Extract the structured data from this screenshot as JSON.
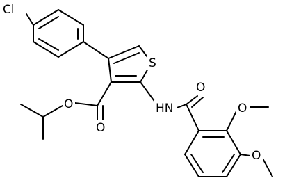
{
  "molecule": {
    "atoms": {
      "chlorine": "Cl",
      "sulfur": "S",
      "amide_nh": "HN",
      "amide_oxygen": "O",
      "ester_carbonyl_oxygen": "O",
      "ester_ether_oxygen": "O",
      "methoxy_oxygen_upper": "O",
      "methoxy_oxygen_lower": "O"
    }
  },
  "colors": {
    "bond": "#000000",
    "label": "#000000",
    "background": "#ffffff"
  }
}
